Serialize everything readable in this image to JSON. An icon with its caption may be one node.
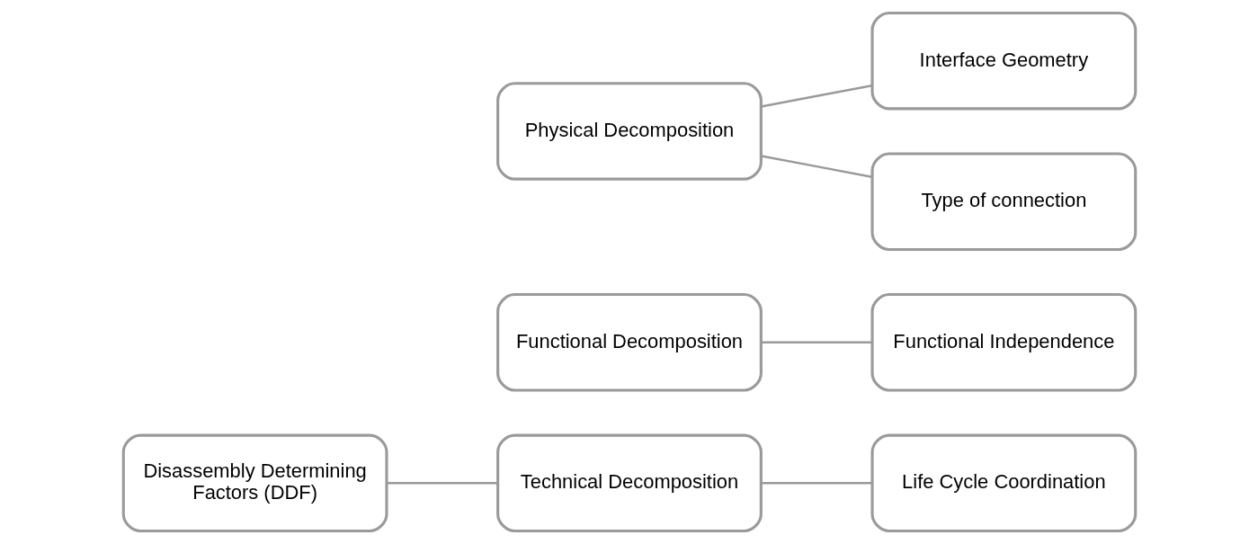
{
  "diagram": {
    "nodes": [
      {
        "text": [
          "Disassembly Determining Factors (DDF)"
        ]
      },
      {
        "text": [
          "Functional Decomposition"
        ]
      },
      {
        "text": [
          "Functional Independence"
        ]
      },
      {
        "text": [
          "Technical Decomposition"
        ]
      },
      {
        "text": [
          "Life Cycle Coordination"
        ]
      },
      {
        "text": [
          "Physical Decomposition"
        ]
      },
      {
        "text": [
          "Interface Geometry"
        ]
      },
      {
        "text": [
          "Type of connection"
        ]
      }
    ],
    "edges": [
      {
        "from": 0,
        "to": 3,
        "arrow": "none"
      },
      {
        "from": 1,
        "to": 2,
        "arrow": "none"
      },
      {
        "from": 3,
        "to": 4,
        "arrow": "none"
      },
      {
        "from": 5,
        "to": 6,
        "arrow": "none"
      },
      {
        "from": 5,
        "to": 7,
        "arrow": "none"
      }
    ]
  }
}
